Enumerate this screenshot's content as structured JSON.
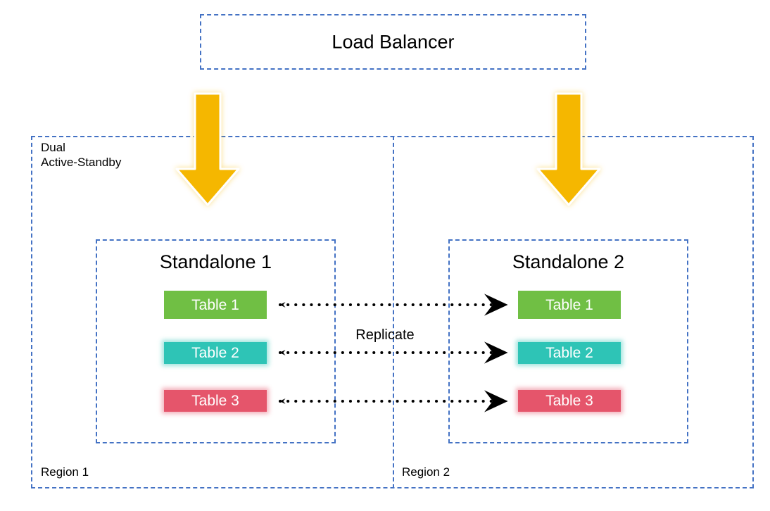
{
  "diagram": {
    "title_box": {
      "label": "Load Balancer"
    },
    "outer_container": {
      "label_line_1": "Dual",
      "label_line_2": "Active-Standby",
      "label": "Dual\nActive-Standby"
    },
    "regions": [
      {
        "label": "Region 1"
      },
      {
        "label": "Region 2"
      }
    ],
    "standalones": [
      {
        "title": "Standalone 1",
        "tables": [
          {
            "label": "Table 1",
            "color": "#70BF44"
          },
          {
            "label": "Table 2",
            "color": "#2EC4B6"
          },
          {
            "label": "Table 3",
            "color": "#E5556B"
          }
        ]
      },
      {
        "title": "Standalone 2",
        "tables": [
          {
            "label": "Table 1",
            "color": "#70BF44"
          },
          {
            "label": "Table 2",
            "color": "#2EC4B6"
          },
          {
            "label": "Table 3",
            "color": "#E5556B"
          }
        ]
      }
    ],
    "connectors": {
      "label": "Replicate",
      "style": "dotted-bidirectional",
      "color": "#000000",
      "count": 3
    },
    "traffic_arrows": {
      "count": 2,
      "direction": "down",
      "color": "#F0B20A",
      "icon": "down-arrow-icon"
    },
    "colors": {
      "dashed_border": "#4472C4",
      "arrow_fill": "#F5B700",
      "table_green": "#70BF44",
      "table_teal": "#2EC4B6",
      "table_pink": "#E5556B",
      "text": "#000000",
      "background": "#FFFFFF"
    }
  }
}
